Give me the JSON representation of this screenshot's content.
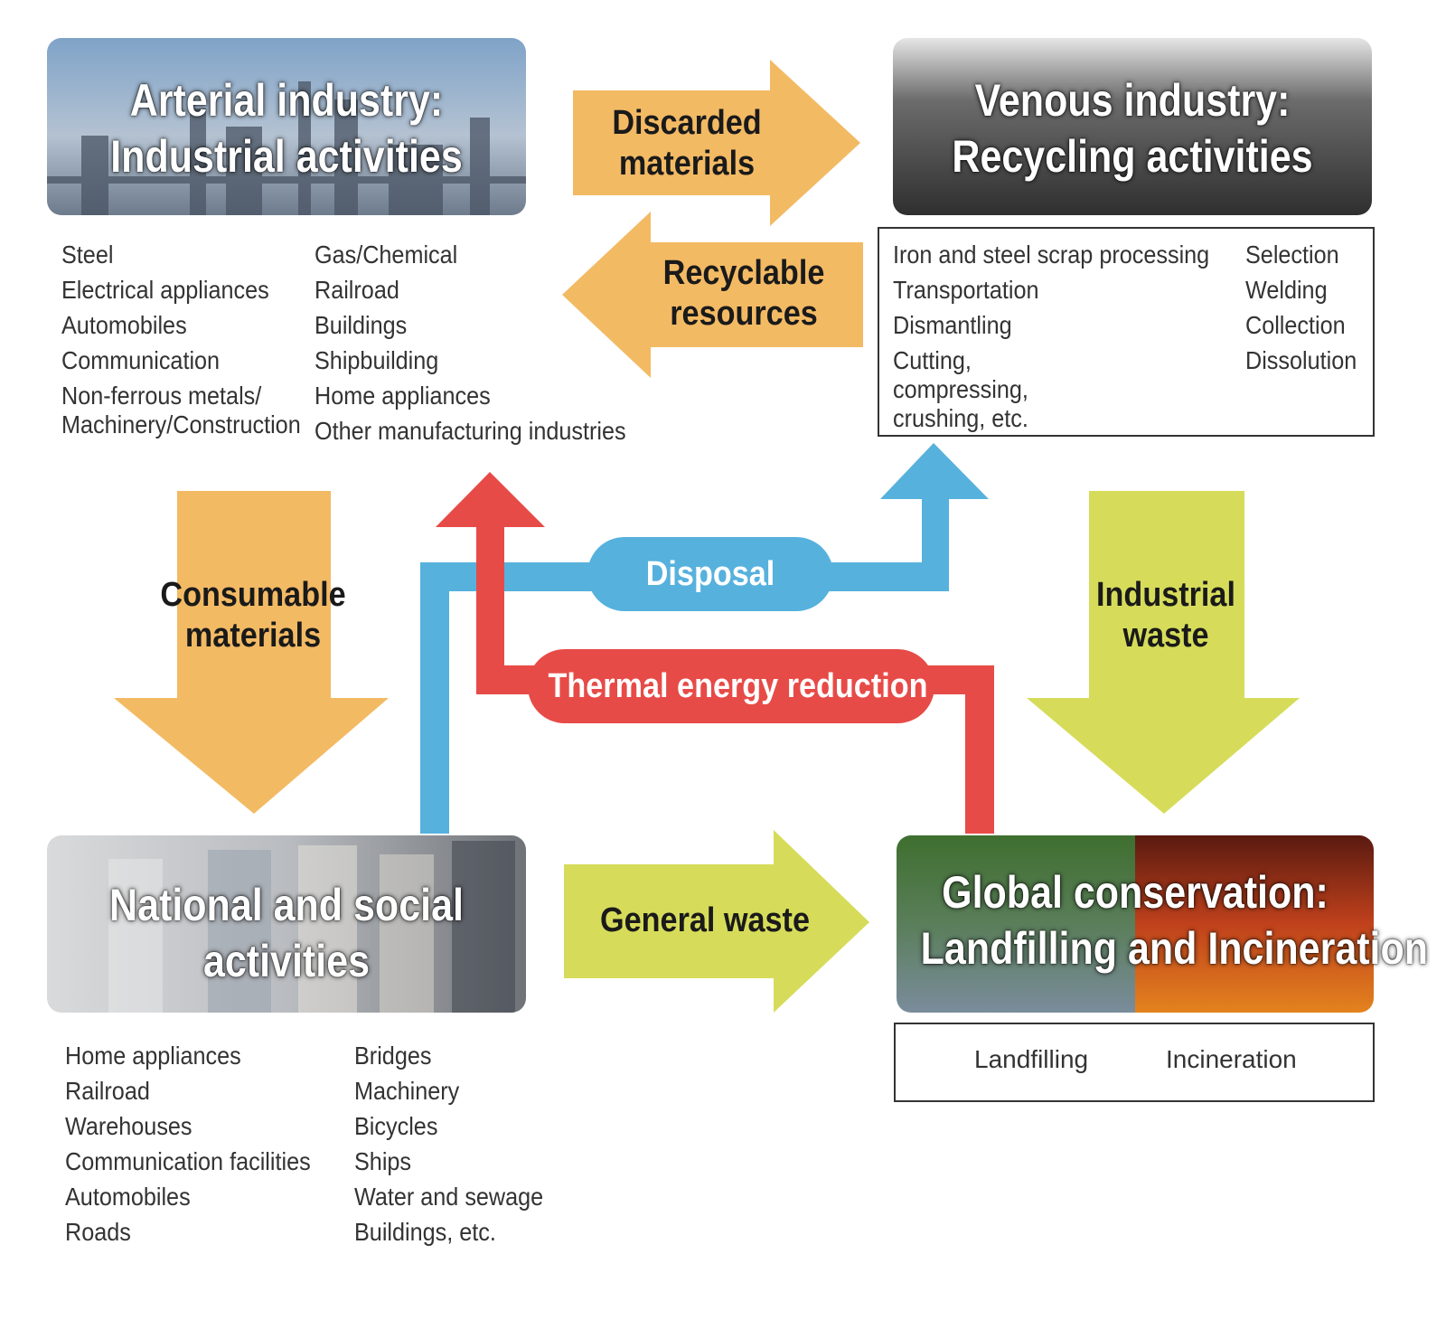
{
  "arterial": {
    "title_line1": "Arterial industry:",
    "title_line2": "Industrial activities",
    "list_left": [
      "Steel",
      "Electrical appliances",
      "Automobiles",
      "Communication",
      "Non-ferrous metals/ Machinery/Construction"
    ],
    "list_right": [
      "Gas/Chemical",
      "Railroad",
      "Buildings",
      "Shipbuilding",
      "Home appliances",
      "Other manufacturing industries"
    ]
  },
  "venous": {
    "title_line1": "Venous industry:",
    "title_line2": "Recycling activities",
    "list_left": [
      "Iron and steel scrap processing",
      "Transportation",
      "Dismantling",
      "Cutting, compressing, crushing, etc."
    ],
    "list_right": [
      "Selection",
      "Welding",
      "Collection",
      "Dissolution"
    ]
  },
  "national": {
    "title_line1": "National and social",
    "title_line2": "activities",
    "list_left": [
      "Home appliances",
      "Railroad",
      "Warehouses",
      "Communication facilities",
      "Automobiles",
      "Roads"
    ],
    "list_right": [
      "Bridges",
      "Machinery",
      "Bicycles",
      "Ships",
      "Water and sewage",
      "Buildings, etc."
    ]
  },
  "global": {
    "title_line1": "Global conservation:",
    "title_line2": "Landfilling and Incineration",
    "options": [
      "Landfilling",
      "Incineration"
    ]
  },
  "flows": {
    "discarded": [
      "Discarded",
      "materials"
    ],
    "recyclable": [
      "Recyclable",
      "resources"
    ],
    "consumable": [
      "Consumable",
      "materials"
    ],
    "industrial_waste": [
      "Industrial",
      "waste"
    ],
    "general_waste": "General waste",
    "disposal": "Disposal",
    "thermal": "Thermal energy reduction"
  },
  "colors": {
    "orange": "#F3BA64",
    "yellow_green": "#D6DC5A",
    "blue": "#56B1DD",
    "red": "#E74B47"
  }
}
